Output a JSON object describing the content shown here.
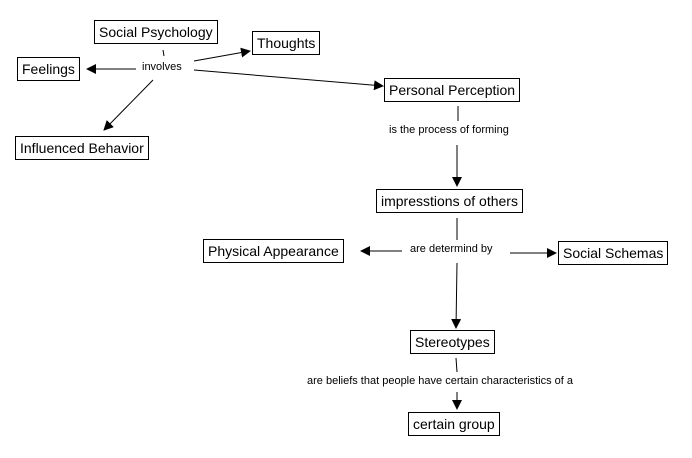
{
  "nodes": {
    "social_psychology": "Social Psychology",
    "thoughts": "Thoughts",
    "feelings": "Feelings",
    "influenced_behavior": "Influenced Behavior",
    "personal_perception": "Personal Perception",
    "impressions": "impresstions of others",
    "physical_appearance": "Physical Appearance",
    "social_schemas": "Social Schemas",
    "stereotypes": "Stereotypes",
    "certain_group": "certain group"
  },
  "links": {
    "involves": "involves",
    "process": "is the process of forming",
    "determined": "are determind by",
    "beliefs": "are beliefs that people have certain characteristics of a"
  },
  "colors": {
    "line": "#000000",
    "background": "#ffffff"
  }
}
